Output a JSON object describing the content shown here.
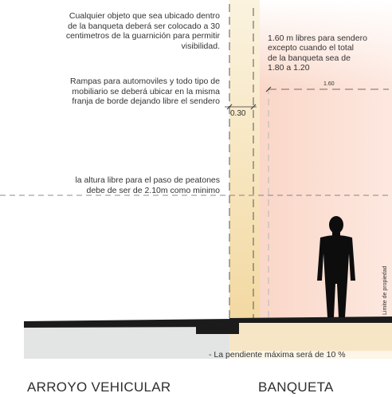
{
  "notes": {
    "sidewalk_min": "Cualquier objeto que sea ubicado dentro\nde la banqueta deberá ser colocado a 30\ncentimetros de la guarnición para permitir\nvisibilidad.",
    "ramps": "Rampas para automoviles y todo tipo de\nmobiliario se deberá ubicar en la misma\nfranja de borde dejando libre el sendero",
    "clearance": "la altura libre para el paso de peatones\ndebe de ser de 2.10m  como minimo",
    "free_path": "1.60 m libres para sendero\nexcepto cuando el total\nde la banqueta sea de\n1.80 a 1.20",
    "slope": "- La pendiente máxima será de 10 %"
  },
  "dimensions": {
    "free_width": "1.60",
    "border_strip": "0.30"
  },
  "labels": {
    "property_limit": "Limite de propiedad",
    "roadway": "ARROYO VEHICULAR",
    "sidewalk": "BANQUETA"
  },
  "colors": {
    "sidewalk_band": "#f6e3b8",
    "path_band": "#fbd0c4",
    "road_fill": "#e2e4e4",
    "ground_line": "#1a1a1a"
  }
}
